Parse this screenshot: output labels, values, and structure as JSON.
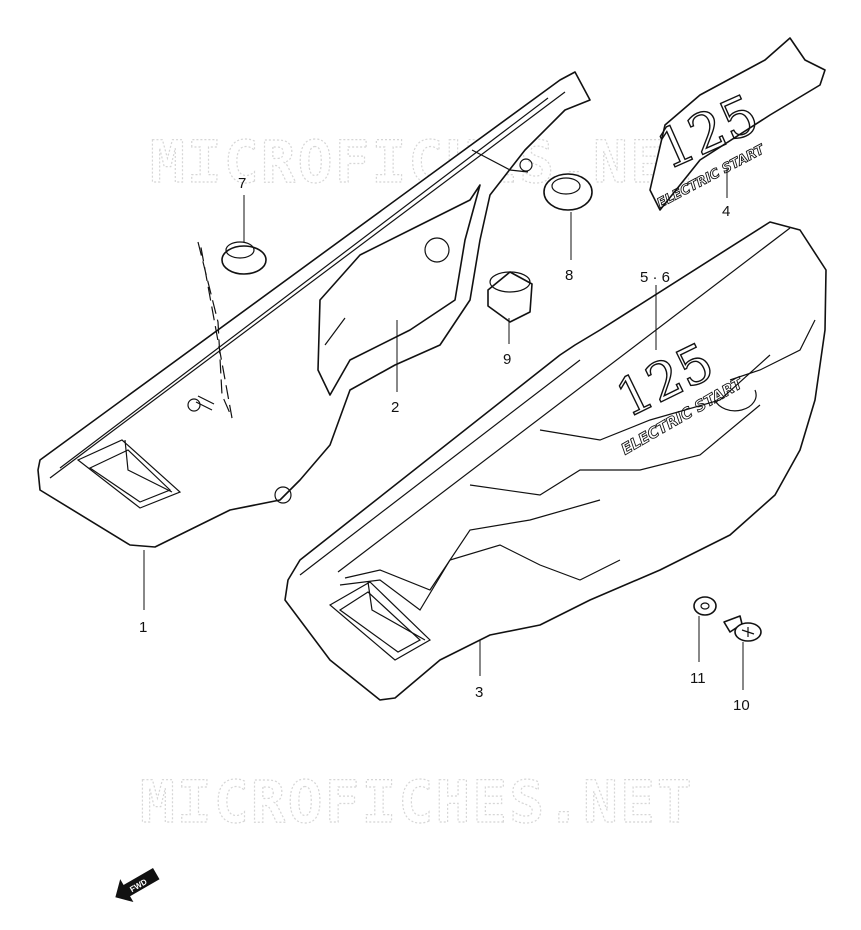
{
  "watermark_text": "MICROFICHES.NET",
  "decal": {
    "number": "125",
    "caption": "ELECTRIC START"
  },
  "callouts": [
    "1",
    "2",
    "3",
    "4",
    "5 · 6",
    "7",
    "8",
    "9",
    "10",
    "11"
  ],
  "direction_arrow": {
    "label": "FWD",
    "icon": "fwd-arrow-icon"
  }
}
